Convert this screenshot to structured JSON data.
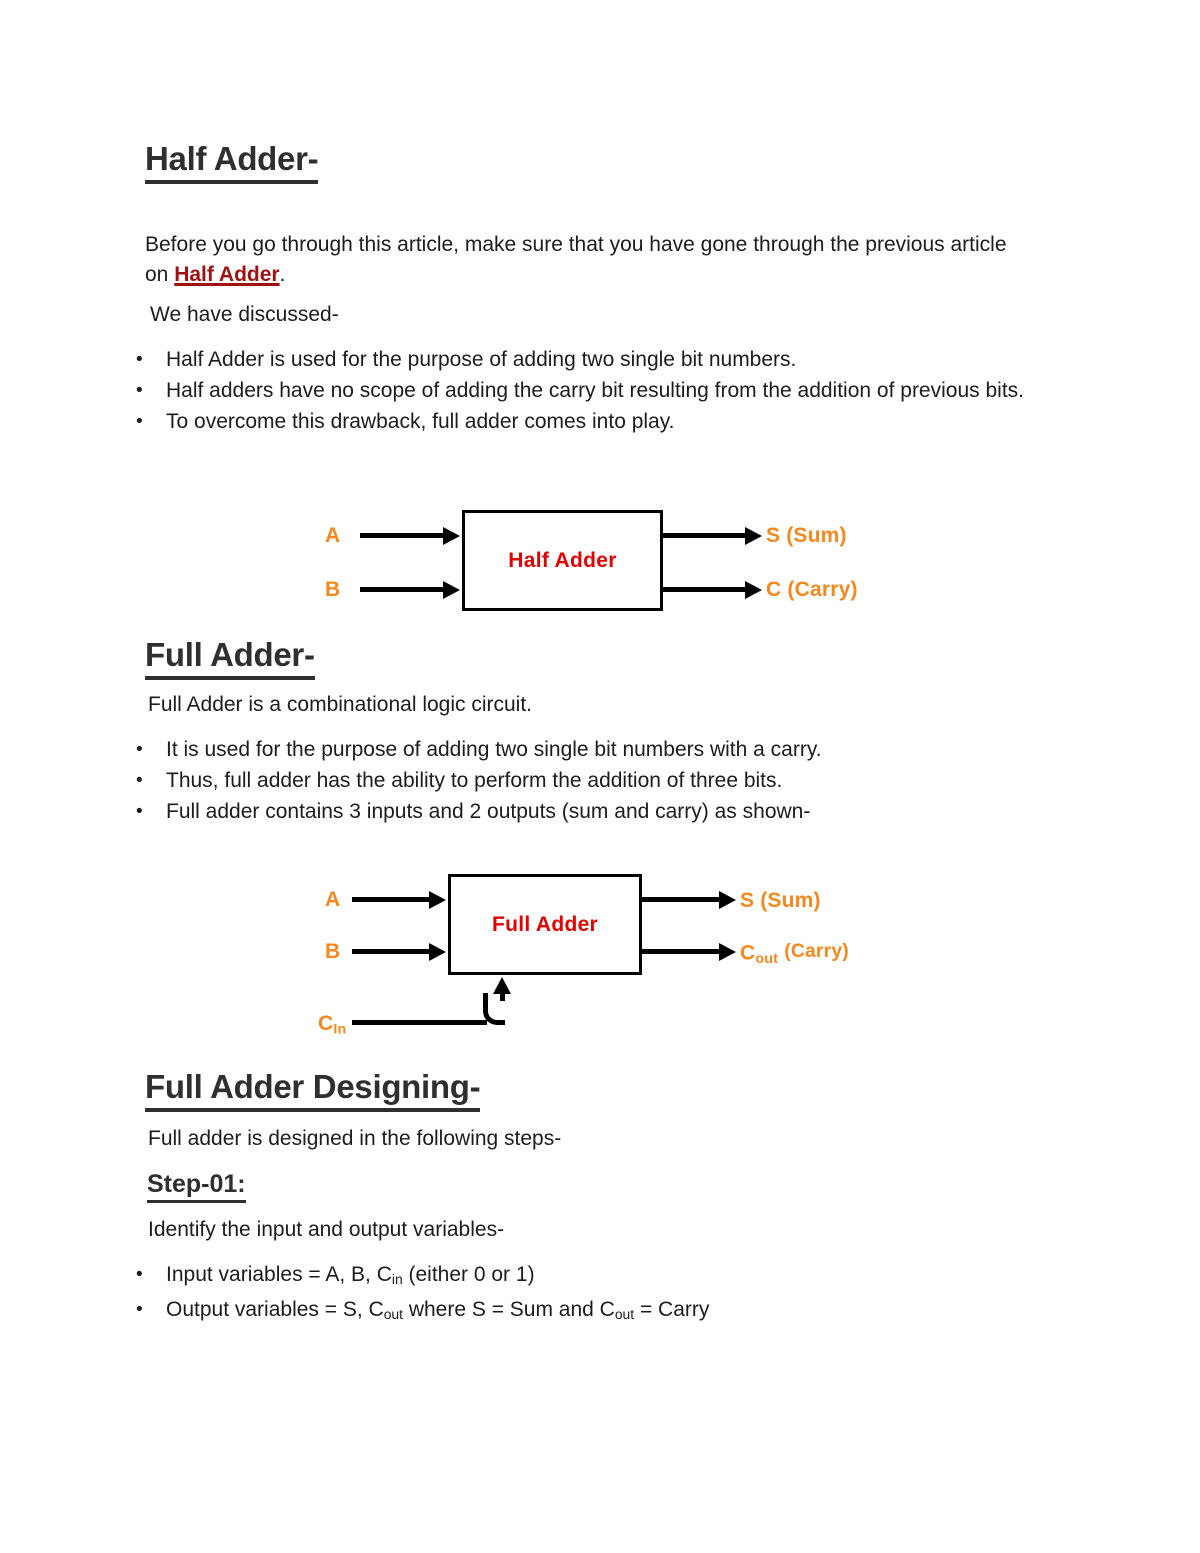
{
  "document": {
    "sections": [
      {
        "id": "half-adder",
        "heading": "Half Adder-",
        "intro_before_link": "Before you go through this article, make sure that you have gone through the previous article on ",
        "intro_link": "Half Adder",
        "intro_after_link": ".",
        "lead": "We have discussed-",
        "bullets": [
          "Half Adder is used for the purpose of adding two single bit numbers.",
          "Half adders have no scope of adding the carry bit resulting from the addition of previous bits.",
          "To overcome this drawback, full adder comes into play."
        ]
      },
      {
        "id": "full-adder",
        "heading": "Full Adder-",
        "lead": "Full Adder is a combinational logic circuit.",
        "bullets": [
          "It is used for the purpose of adding two single bit numbers with a carry.",
          "Thus, full adder has the ability to perform the addition of three bits.",
          "Full adder contains 3 inputs and 2 outputs (sum and carry) as shown-"
        ]
      },
      {
        "id": "full-adder-designing",
        "heading": "Full Adder Designing-",
        "lead": "Full adder is designed in the following steps-",
        "step_heading": "Step-01:",
        "step_lead": "Identify the input and output variables-"
      }
    ],
    "final_bullets": [
      {
        "prefix": "Input variables = A, B, C",
        "sub": "in",
        "suffix": " (either 0 or 1)"
      },
      {
        "prefix": "Output variables = S, C",
        "sub": "out",
        "mid": " where S = Sum and C",
        "sub2": "out",
        "suffix": " = Carry"
      }
    ]
  },
  "diagrams": [
    {
      "id": "half-adder-diagram",
      "box_label": "Half Adder",
      "inputs": [
        "A",
        "B"
      ],
      "outputs": [
        {
          "text": "S (Sum)"
        },
        {
          "text": "C (Carry)"
        }
      ],
      "colors": {
        "signal": "#f7881f",
        "box_label": "#e00000",
        "wire": "#000000"
      }
    },
    {
      "id": "full-adder-diagram",
      "box_label": "Full Adder",
      "inputs": [
        "A",
        "B"
      ],
      "bottom_input": {
        "base": "C",
        "sub": "In"
      },
      "outputs": [
        {
          "base": "S (Sum)"
        },
        {
          "base": "C",
          "sub": "out",
          "rest": "(Carry)"
        }
      ],
      "colors": {
        "signal": "#f7881f",
        "box_label": "#e00000",
        "wire": "#000000"
      }
    }
  ],
  "theme": {
    "heading_color": "#2f2f2f",
    "body_color": "#1c1c1c",
    "link_color": "#9e1212",
    "signal_orange": "#f7881f",
    "label_red": "#e00000",
    "background": "#ffffff"
  }
}
